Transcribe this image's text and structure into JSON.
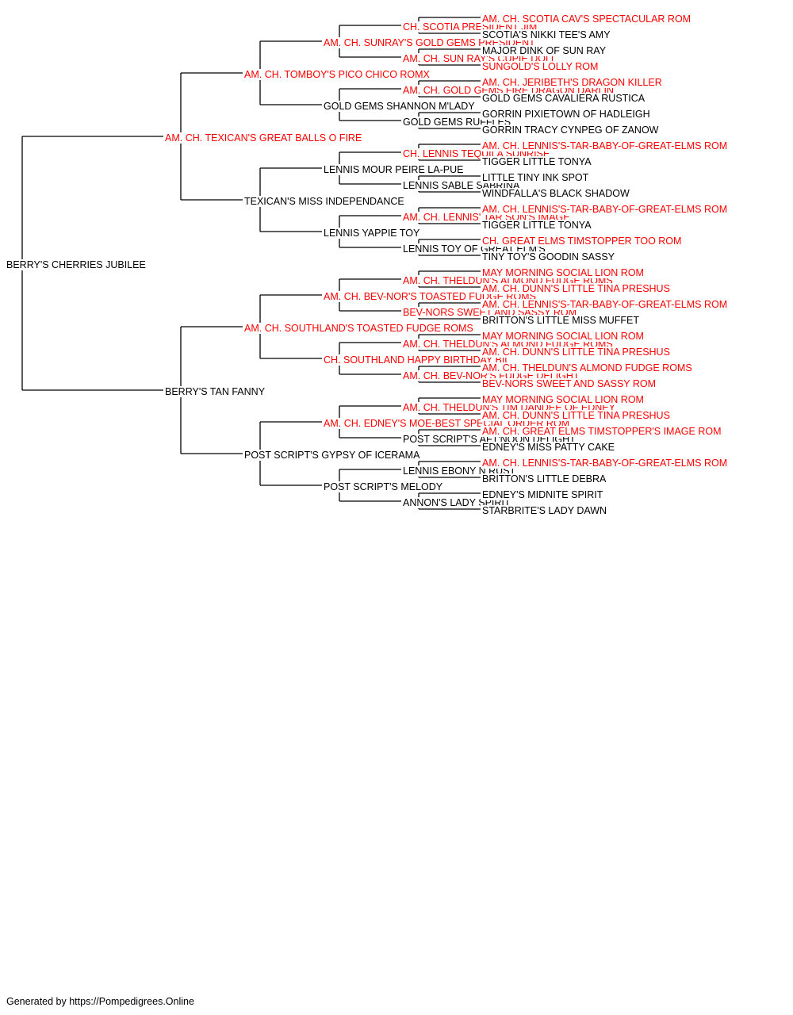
{
  "colors": {
    "champion": "#ff0000",
    "normal": "#000000",
    "line": "#000000"
  },
  "dogs": [
    {
      "name": "BERRY'S CHERRIES JUBILEE",
      "champion": false
    },
    {
      "name": "AM. CH. TEXICAN'S GREAT BALLS O FIRE",
      "champion": true
    },
    {
      "name": "BERRY'S TAN FANNY",
      "champion": false
    },
    {
      "name": "AM. CH. TOMBOY'S PICO CHICO ROMX",
      "champion": true
    },
    {
      "name": "TEXICAN'S MISS INDEPENDANCE",
      "champion": false
    },
    {
      "name": "AM. CH. SOUTHLAND'S TOASTED FUDGE ROMS",
      "champion": true
    },
    {
      "name": "POST SCRIPT'S GYPSY OF ICERAMA",
      "champion": false
    },
    {
      "name": "AM. CH. SUNRAY'S GOLD GEMS PRESIDENT",
      "champion": true
    },
    {
      "name": "GOLD GEMS SHANNON M'LADY",
      "champion": false
    },
    {
      "name": "LENNIS MOUR PEIRE LA-PUE",
      "champion": false
    },
    {
      "name": "LENNIS YAPPIE TOY",
      "champion": false
    },
    {
      "name": "AM. CH. BEV-NOR'S TOASTED FUDGE ROMS",
      "champion": true
    },
    {
      "name": "CH. SOUTHLAND HAPPY BIRTHDAY BIL",
      "champion": true
    },
    {
      "name": "AM. CH. EDNEY'S MOE-BEST SPECIAL ORDER ROM",
      "champion": true
    },
    {
      "name": "POST SCRIPT'S MELODY",
      "champion": false
    },
    {
      "name": "CH. SCOTIA PRESIDENT JIM",
      "champion": true
    },
    {
      "name": "AM. CH. SUN RAY'S CUPIE DOLL",
      "champion": true
    },
    {
      "name": "AM. CH. GOLD GEMS FIRE DRAGON DARLIN",
      "champion": true
    },
    {
      "name": "GOLD GEMS RUFFLES",
      "champion": false
    },
    {
      "name": "CH. LENNIS TEQUILA SUNRISE",
      "champion": true
    },
    {
      "name": "LENNIS SABLE SABRINA",
      "champion": false
    },
    {
      "name": "AM. CH. LENNIS' TAR SON'S IMAGE",
      "champion": true
    },
    {
      "name": "LENNIS TOY OF GREAT ELM'S",
      "champion": false
    },
    {
      "name": "AM. CH. THELDUN'S ALMOND FUDGE ROMS",
      "champion": true
    },
    {
      "name": "BEV-NORS SWEET AND SASSY ROM",
      "champion": true
    },
    {
      "name": "AM. CH. THELDUN'S ALMOND FUDGE ROMS",
      "champion": true
    },
    {
      "name": "AM. CH. BEV-NOR'S FUDGE DELIGHT",
      "champion": true
    },
    {
      "name": "AM. CH. THELDUN'S TIM DANDEE OF EDNEY",
      "champion": true
    },
    {
      "name": "POST SCRIPT'S AFT'NOON DELIGHT",
      "champion": false
    },
    {
      "name": "LENNIS EBONY N RUST",
      "champion": false
    },
    {
      "name": "ANNON'S LADY SPIRIT",
      "champion": false
    },
    {
      "name": "AM. CH. SCOTIA CAV'S SPECTACULAR ROM",
      "champion": true
    },
    {
      "name": "SCOTIA'S NIKKI TEE'S AMY",
      "champion": false
    },
    {
      "name": "MAJOR DINK OF SUN RAY",
      "champion": false
    },
    {
      "name": "SUNGOLD'S LOLLY ROM",
      "champion": true
    },
    {
      "name": "AM. CH. JERIBETH'S DRAGON KILLER",
      "champion": true
    },
    {
      "name": "GOLD GEMS CAVALIERA RUSTICA",
      "champion": false
    },
    {
      "name": "GORRIN PIXIETOWN OF HADLEIGH",
      "champion": false
    },
    {
      "name": "GORRIN TRACY CYNPEG OF ZANOW",
      "champion": false
    },
    {
      "name": "AM. CH. LENNIS'S-TAR-BABY-OF-GREAT-ELMS ROM",
      "champion": true
    },
    {
      "name": "TIGGER LITTLE TONYA",
      "champion": false
    },
    {
      "name": "LITTLE TINY INK SPOT",
      "champion": false
    },
    {
      "name": "WINDFALLA'S BLACK SHADOW",
      "champion": false
    },
    {
      "name": "AM. CH. LENNIS'S-TAR-BABY-OF-GREAT-ELMS ROM",
      "champion": true
    },
    {
      "name": "TIGGER LITTLE TONYA",
      "champion": false
    },
    {
      "name": "CH. GREAT ELMS TIMSTOPPER TOO ROM",
      "champion": true
    },
    {
      "name": "TINY TOY'S GOODIN SASSY",
      "champion": false
    },
    {
      "name": "MAY MORNING SOCIAL LION ROM",
      "champion": true
    },
    {
      "name": "AM. CH. DUNN'S LITTLE TINA PRESHUS",
      "champion": true
    },
    {
      "name": "AM. CH. LENNIS'S-TAR-BABY-OF-GREAT-ELMS ROM",
      "champion": true
    },
    {
      "name": "BRITTON'S LITTLE MISS MUFFET",
      "champion": false
    },
    {
      "name": "MAY MORNING SOCIAL LION ROM",
      "champion": true
    },
    {
      "name": "AM. CH. DUNN'S LITTLE TINA PRESHUS",
      "champion": true
    },
    {
      "name": "AM. CH. THELDUN'S ALMOND FUDGE ROMS",
      "champion": true
    },
    {
      "name": "BEV-NORS SWEET AND SASSY ROM",
      "champion": true
    },
    {
      "name": "MAY MORNING SOCIAL LION ROM",
      "champion": true
    },
    {
      "name": "AM. CH. DUNN'S LITTLE TINA PRESHUS",
      "champion": true
    },
    {
      "name": "AM. CH. GREAT ELMS TIMSTOPPER'S IMAGE ROM",
      "champion": true
    },
    {
      "name": "EDNEY'S MISS PATTY CAKE",
      "champion": false
    },
    {
      "name": "AM. CH. LENNIS'S-TAR-BABY-OF-GREAT-ELMS ROM",
      "champion": true
    },
    {
      "name": "BRITTON'S LITTLE DEBRA",
      "champion": false
    },
    {
      "name": "EDNEY'S MIDNITE SPIRIT",
      "champion": false
    },
    {
      "name": "STARBRITE'S LADY DAWN",
      "champion": false
    }
  ],
  "footer": "Generated by https://Pompedigrees.Online"
}
